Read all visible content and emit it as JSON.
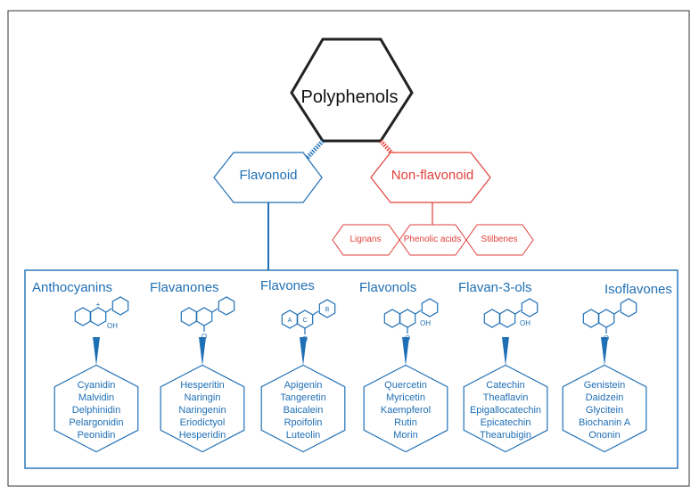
{
  "root": {
    "label": "Polyphenols"
  },
  "flavonoid": {
    "label": "Flavonoid",
    "color": "#1f6fb5"
  },
  "non_flavonoid": {
    "label": "Non-flavonoid",
    "color": "#e0403a",
    "subclasses": [
      "Lignans",
      "Phenolic acids",
      "Stilbenes"
    ]
  },
  "classes": [
    {
      "name": "Anthocyanins",
      "structure": "flavylium-cation-icon",
      "examples": [
        "Cyanidin",
        "Malvidin",
        "Delphinidin",
        "Pelargonidin",
        "Peonidin"
      ]
    },
    {
      "name": "Flavanones",
      "structure": "flavanone-icon",
      "examples": [
        "Hesperitin",
        "Naringin",
        "Naringenin",
        "Eriodictyol",
        "Hesperidin"
      ]
    },
    {
      "name": "Flavones",
      "structure": "flavone-icon",
      "ring_labels": [
        "A",
        "C",
        "B"
      ],
      "examples": [
        "Apigenin",
        "Tangeretin",
        "Baicalein",
        "Rpoifolin",
        "Luteolin"
      ]
    },
    {
      "name": "Flavonols",
      "structure": "flavonol-icon",
      "examples": [
        "Quercetin",
        "Myricetin",
        "Kaempferol",
        "Rutin",
        "Morin"
      ]
    },
    {
      "name": "Flavan-3-ols",
      "structure": "flavan-3-ol-icon",
      "examples": [
        "Catechin",
        "Theaflavin",
        "Epigallocatechin",
        "Epicatechin",
        "Thearubigin"
      ]
    },
    {
      "name": "Isoflavones",
      "structure": "isoflavone-icon",
      "examples": [
        "Genistein",
        "Daidzein",
        "Glycitein",
        "Biochanin A",
        "Ononin"
      ]
    }
  ],
  "chem_labels": {
    "oh": "OH",
    "o": "O",
    "plus": "+"
  }
}
